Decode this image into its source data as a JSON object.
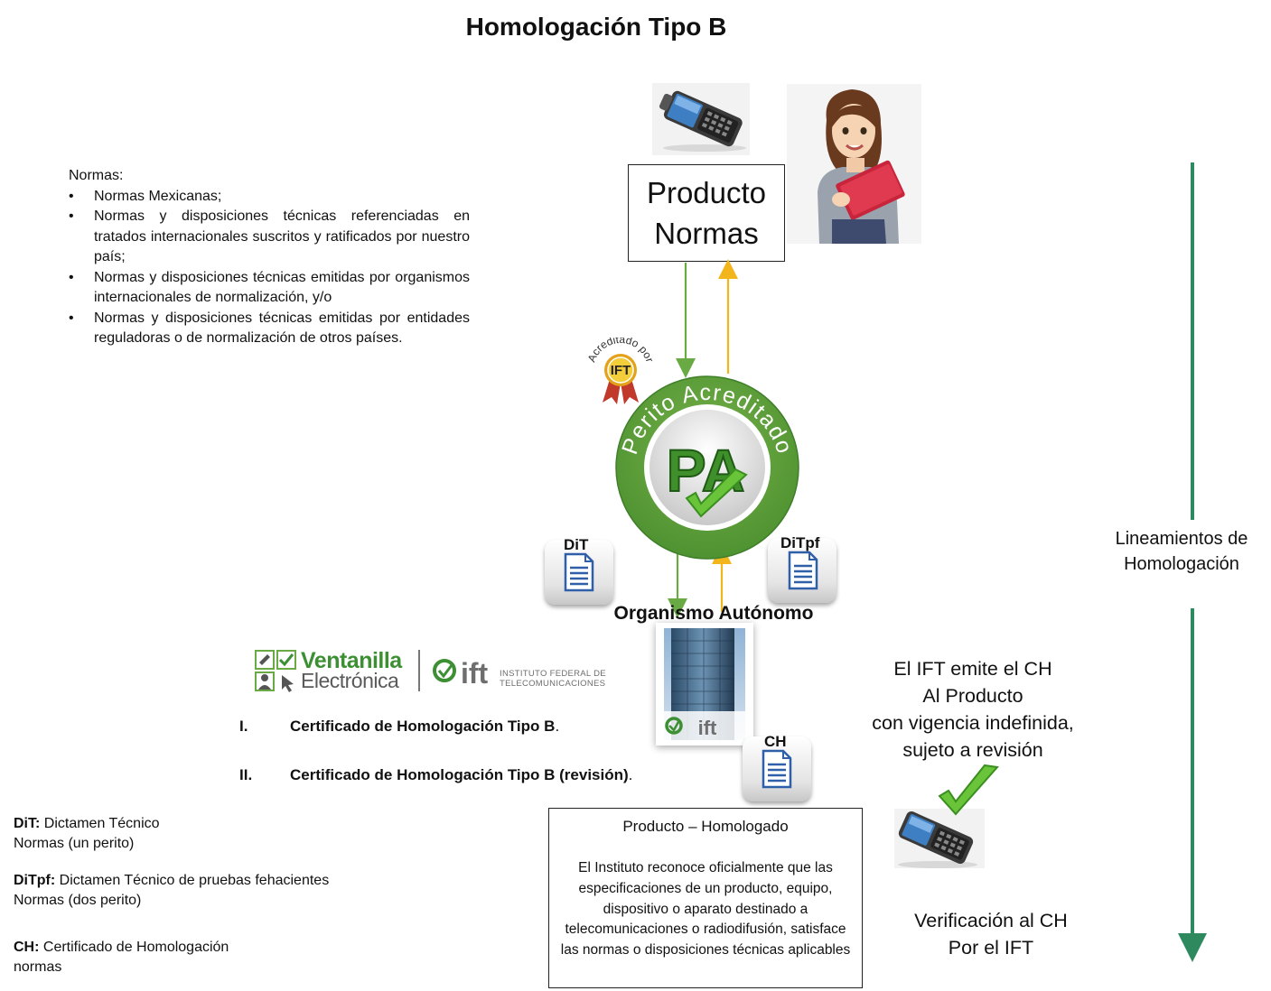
{
  "title": "Homologación Tipo B",
  "normas": {
    "heading": "Normas:",
    "items": [
      "Normas Mexicanas;",
      "Normas y disposiciones técnicas referenciadas en tratados internacionales suscritos y ratificados por nuestro país;",
      "Normas y disposiciones técnicas emitidas por organismos internacionales de normalización, y/o",
      "Normas y disposiciones técnicas emitidas por entidades reguladoras o de normalización de otros países."
    ]
  },
  "producto_normas": {
    "line1": "Producto",
    "line2": "Normas"
  },
  "badge": {
    "arc_text": "Acreditado por",
    "center": "IFT"
  },
  "perito": {
    "arc_text": "Perito Acreditado",
    "center": "PA"
  },
  "docs": {
    "dit": "DiT",
    "ditpf": "DiTpf",
    "ch": "CH"
  },
  "organismo": "Organismo Autónomo",
  "building_logo": "ift",
  "ventanilla": {
    "line1": "Ventanilla",
    "line2": "Electrónica",
    "ift": "ift",
    "ift_sub1": "INSTITUTO FEDERAL DE",
    "ift_sub2": "TELECOMUNICACIONES"
  },
  "certificados": [
    {
      "num": "I.",
      "text": "Certificado de Homologación Tipo B",
      "suffix": "."
    },
    {
      "num": "II.",
      "text": "Certificado de Homologación Tipo B (revisión)",
      "suffix": "."
    }
  ],
  "definitions": [
    {
      "term": "DiT:",
      "desc": " Dictamen Técnico",
      "line2": "Normas (un perito)"
    },
    {
      "term": "DiTpf:",
      "desc": " Dictamen Técnico de pruebas fehacientes",
      "line2": "Normas (dos perito)"
    },
    {
      "term": "CH:",
      "desc": " Certificado de Homologación",
      "line2": "normas"
    }
  ],
  "ift_emite": [
    "El IFT emite el CH",
    "Al Producto",
    "con vigencia indefinida,",
    "sujeto a revisión"
  ],
  "producto_homologado": {
    "title": "Producto – Homologado",
    "text": "El Instituto reconoce oficialmente que las especificaciones de un producto, equipo, dispositivo o aparato destinado a telecomunicaciones o radiodifusión, satisface las normas o disposiciones técnicas aplicables"
  },
  "verificacion": [
    "Verificación al CH",
    "Por el IFT"
  ],
  "lineamientos": [
    "Lineamientos de",
    "Homologación"
  ],
  "colors": {
    "green_arrow": "#6aaa45",
    "yellow_arrow": "#f2b51c",
    "teal_arrow": "#2e8a5e",
    "pa_green": "#3f8f2a",
    "badge_gold": "#f1c232"
  }
}
